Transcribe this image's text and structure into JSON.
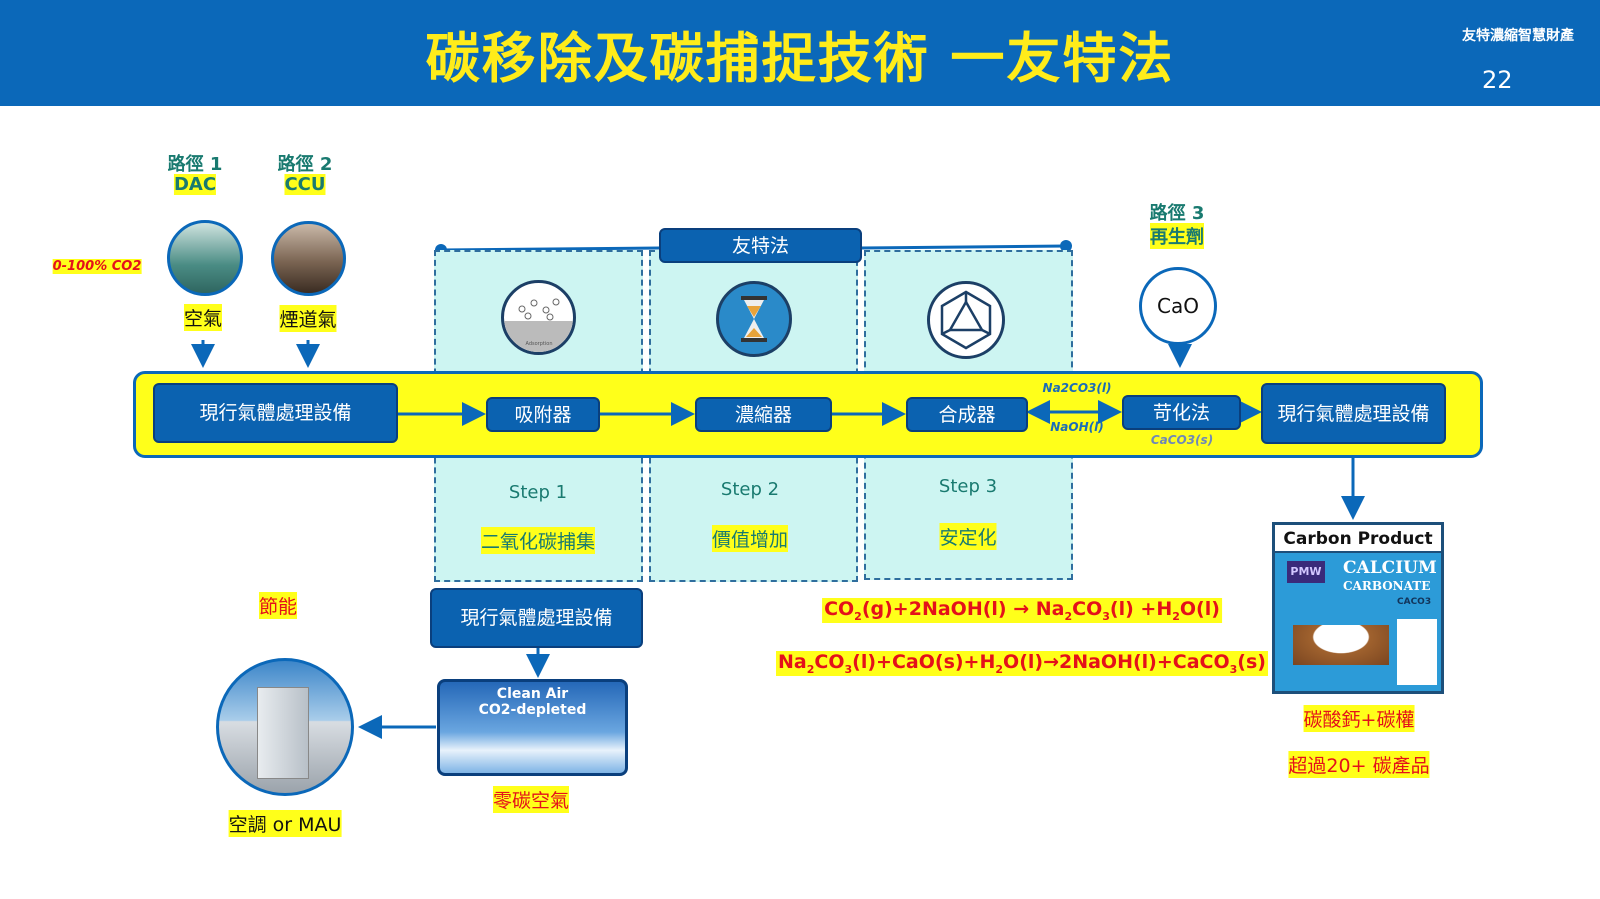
{
  "header": {
    "title": "碳移除及碳捕捉技術 一友特法",
    "org": "友特濃縮智慧財產",
    "page_number": "22"
  },
  "routes": {
    "route1": {
      "label": "路徑 1",
      "tag": "DAC",
      "source": "空氣"
    },
    "route2": {
      "label": "路徑 2",
      "tag": "CCU",
      "source": "煙道氣"
    },
    "route3": {
      "label": "路徑 3",
      "tag": "再生劑",
      "reagent": "CaO"
    },
    "co2_range": "0-100% CO2"
  },
  "process": {
    "method_label": "友特法",
    "inlet_equipment": "現行氣體處理設備",
    "adsorber": "吸附器",
    "concentrator": "濃縮器",
    "synthesizer": "合成器",
    "causticizing": "苛化法",
    "outlet_equipment": "現行氣體處理設備",
    "chem_top": "Na2CO3(l)",
    "chem_bottom": "NaOH(l)",
    "chem_caco3": "CaCO3(s)",
    "adsorption_icon_caption": "Adsorption"
  },
  "steps": [
    {
      "step": "Step 1",
      "label": "二氧化碳捕集"
    },
    {
      "step": "Step 2",
      "label": "價值增加"
    },
    {
      "step": "Step 3",
      "label": "安定化"
    }
  ],
  "bottom": {
    "equipment": "現行氣體處理設備",
    "clean_air_line1": "Clean Air",
    "clean_air_line2": "CO2-depleted",
    "zero_carbon": "零碳空氣",
    "energy_saving": "節能",
    "hvac": "空調 or MAU"
  },
  "equations": [
    "CO2(g)+2NaOH(l) → Na2CO3(l) +H2O(l)",
    "Na2CO3(l)+CaO(s)+H2O(l)→2NaOH(l)+CaCO3(s)"
  ],
  "product": {
    "title": "Carbon Product",
    "brand": "PMW",
    "name1": "CALCIUM",
    "name2": "CARBONATE",
    "formula": "CACO3",
    "caption1": "碳酸鈣+碳權",
    "caption2": "超過20+ 碳產品"
  },
  "colors": {
    "brand_blue": "#0b68b9",
    "title_yellow": "#ffec1a",
    "highlight": "#ffff1a",
    "zone": "#cdf5f2",
    "equation_red": "#e4111a"
  }
}
